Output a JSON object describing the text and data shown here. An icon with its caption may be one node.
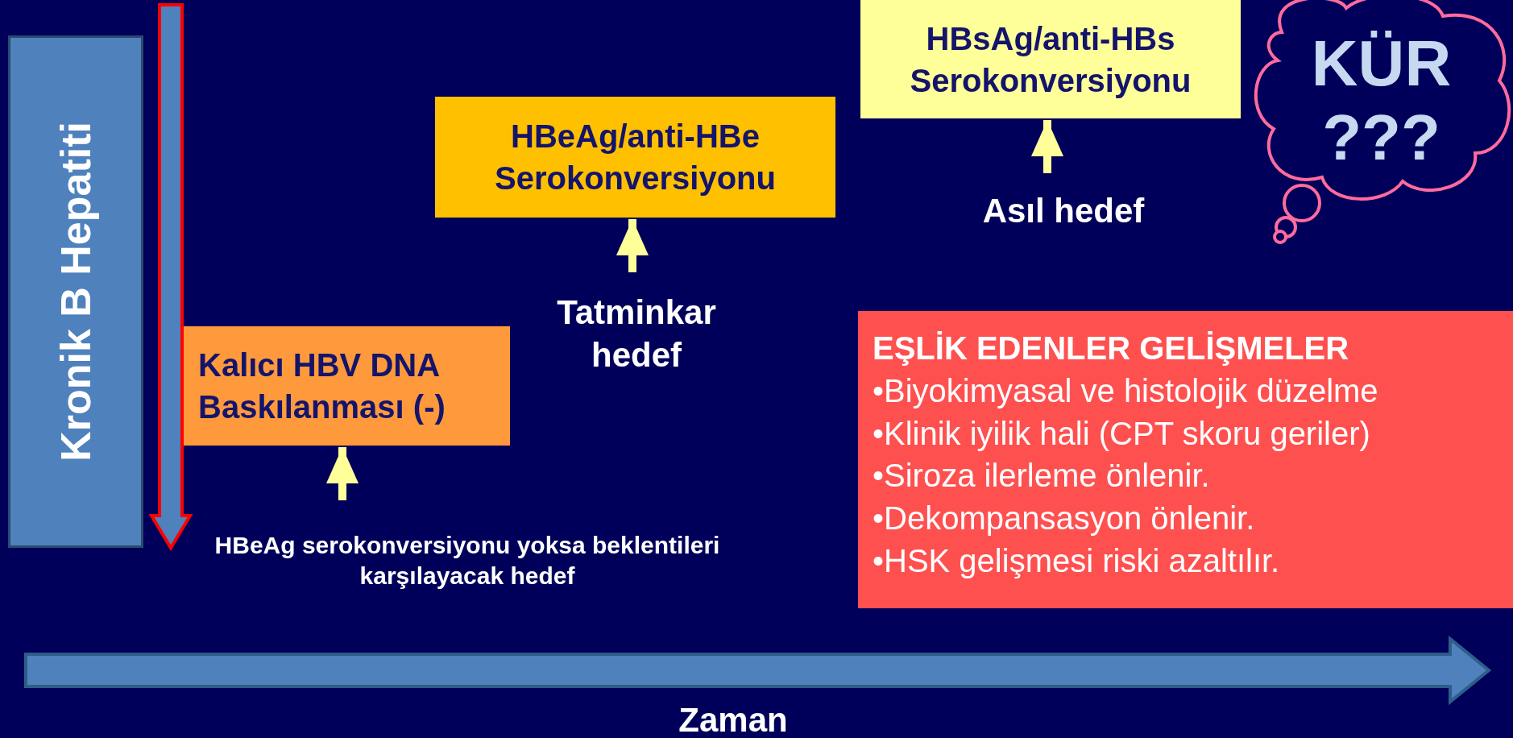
{
  "diagram": {
    "nodes": [
      {
        "text": [
          "Kronik B Hepatiti"
        ]
      },
      {
        "text": [
          "Kalıcı HBV DNA Baskılanması (-)"
        ]
      },
      {
        "text": [
          "HBeAg serokonversiyonu yoksa beklentileri karşılayacak hedef"
        ]
      },
      {
        "text": [
          "HBeAg/anti-HBe Serokonversiyonu"
        ]
      },
      {
        "text": [
          "Tatminkar hedef"
        ]
      },
      {
        "text": [
          "HBsAg/anti-HBs Serokonversiyonu"
        ]
      },
      {
        "text": [
          "Asıl hedef"
        ]
      },
      {
        "text": [
          "KÜR ???"
        ]
      },
      {
        "text": [
          "EŞLİK EDENLER GELİŞMELER",
          "•Biyokimyasal ve histolojik düzelme",
          "•Klinik iyilik hali (CPT skoru geriler)",
          "•Siroza ilerleme önlenir.",
          "•Dekompansasyon önlenir.",
          "•HSK gelişmesi riski azaltılır."
        ]
      }
    ],
    "edges": [
      {
        "from": 2,
        "to": 1,
        "arrow": "to"
      },
      {
        "from": 4,
        "to": 3,
        "arrow": "to"
      },
      {
        "from": 6,
        "to": 5,
        "arrow": "to"
      }
    ],
    "labels": [
      "Zaman"
    ]
  }
}
